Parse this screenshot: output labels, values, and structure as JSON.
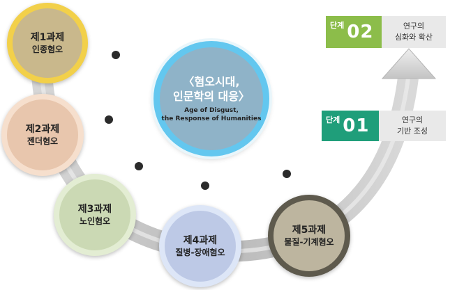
{
  "center": {
    "title_line1": "〈혐오시대,",
    "title_line2": "인문학의 대응〉",
    "sub_line1": "Age of Disgust,",
    "sub_line2": "the Response of Humanities"
  },
  "tasks": [
    {
      "title": "제1과제",
      "subtitle": "인종혐오",
      "fill": "#c9b88c",
      "ring": "#f2d04a"
    },
    {
      "title": "제2과제",
      "subtitle": "젠더혐오",
      "fill": "#e8c6ad",
      "ring": "#f6dfcd"
    },
    {
      "title": "제3과제",
      "subtitle": "노인혐오",
      "fill": "#cbd9b4",
      "ring": "#e3edd3"
    },
    {
      "title": "제4과제",
      "subtitle": "질병-장애혐오",
      "fill": "#bdc9e6",
      "ring": "#dde6f7"
    },
    {
      "title": "제5과제",
      "subtitle": "물질-기계혐오",
      "fill": "#bdb59f",
      "ring": "#5e5a4d"
    }
  ],
  "stages": [
    {
      "label": "단계",
      "number": "02",
      "desc_line1": "연구의",
      "desc_line2": "심화와 확산",
      "color": "#8cbd4a"
    },
    {
      "label": "단계",
      "number": "01",
      "desc_line1": "연구의",
      "desc_line2": "기반 조성",
      "color": "#1f9e7a"
    }
  ],
  "colors": {
    "center_fill": "#8fb3c8",
    "center_ring": "#63c7ef",
    "arc": "#c7c7c7",
    "dot": "#2b2b2b"
  }
}
